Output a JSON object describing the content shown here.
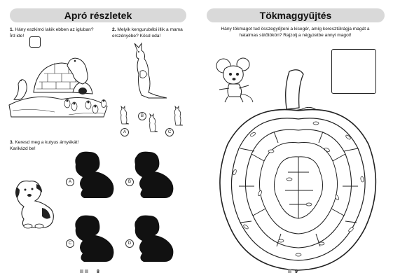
{
  "left_page": {
    "title": "Apró részletek",
    "q1": {
      "num": "1.",
      "text": "Hány eszkimó lakik ebben az igluban? Írd ide!"
    },
    "q2": {
      "num": "2.",
      "text": "Melyik kengurubébi illik a mama erszényébe? Kösd oda!",
      "options": [
        "A",
        "B",
        "C"
      ]
    },
    "q3": {
      "num": "3.",
      "text": "Keresd meg a kutyus árnyékát! Karikázd be!",
      "options": [
        "A",
        "B",
        "C",
        "D"
      ]
    },
    "page_number": "8"
  },
  "right_page": {
    "title": "Tökmaggyűjtés",
    "instruction": "Hány tökmagot tud összegyűjteni a kisegér, amíg keresztülrágja magát a hatalmas sütőtökön? Rajzolj a négyzetbe annyi magot!",
    "page_number": "9"
  },
  "colors": {
    "banner": "#d9d9d9",
    "ink": "#111111"
  }
}
